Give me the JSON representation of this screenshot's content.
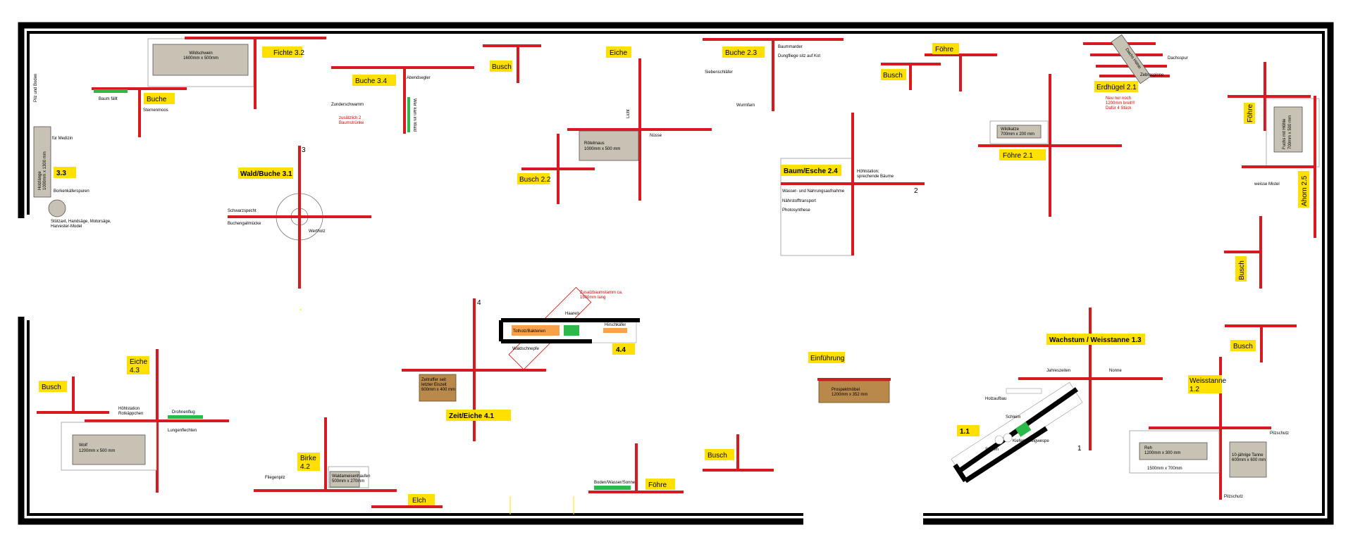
{
  "plan": {
    "labels": {
      "fichte32": "Fichte 3.2",
      "buche_top": "Buche",
      "buche34": "Buche 3.4",
      "busch_top1": "Busch",
      "eiche_top": "Eiche",
      "buche23": "Buche 2.3",
      "foehre_top": "Föhre",
      "busch_top2": "Busch",
      "erdhuegel21": "Erdhügel 2.1",
      "foehre21": "Föhre 2.1",
      "foehre_right": "Föhre",
      "ahorn25": "Ahorn 2.5",
      "busch_right": "Busch",
      "l33": "3.3",
      "waldbuche31": "Wald/Buche 3.1",
      "busch22": "Busch 2.2",
      "baumesche24": "Baum/Esche 2.4",
      "l44": "4.4",
      "eiche43_a": "Eiche",
      "eiche43_b": "4.3",
      "busch_left": "Busch",
      "birke42_a": "Birke",
      "birke42_b": "4.2",
      "elch": "Elch",
      "zeiteiche41": "Zeit/Eiche 4.1",
      "foehre_bottom": "Föhre",
      "busch_bottom": "Busch",
      "einfuehrung": "Einführung",
      "wachstum13": "Wachstum / Weisstanne 1.3",
      "busch_br": "Busch",
      "weisstanne12_a": "Weisstanne",
      "weisstanne12_b": "1.2",
      "l11": "1.1",
      "num1": "1",
      "num2": "2",
      "num3": "3",
      "num4": "4"
    },
    "notes": {
      "wildschwein": "Wildschwein",
      "wildschwein_size": "1600mm x 500mm",
      "baum_faellt": "Baum fällt",
      "sternenmoos": "Sternenmoos",
      "pilz_boden": "Pilz und Boden",
      "rohstoff_medizin": "Rohstoff für Medizin",
      "holzlaenge": "Holzlänge",
      "holzlaenge_size": "1000mm x 1300 mm",
      "borkenkaefer": "Borkenkäferspuren",
      "stuetzaxt": "Stützaxt, Handsäge, Motorsäge,",
      "harvester": "Harvester-Model",
      "abendsegler": "Abendsegler",
      "zunderschwamm": "Zunderschwamm",
      "zusaetzlich_a": "zusätzlich 2",
      "zusaetzlich_b": "Baumstrünke",
      "wer_kommt": "Wer kam im Wald",
      "licht": "Licht",
      "roetelmaus": "Rötelmaus",
      "roetelmaus_size": "1000mm x 500 mm",
      "nuesse": "Nüsse",
      "baummarder": "Baummarder",
      "dungfliege": "Dungfliege sitz auf Kot",
      "siebenschlaefer": "Siebenschläfer",
      "wurmfarn": "Wurmfarn",
      "dachsspur": "Dachsspur",
      "dachs_box": "Dachs Höhle",
      "spinne": "Zebraspinne",
      "neu_a": "Neu nur noch",
      "neu_b": "1200mm breit!!!",
      "neu_c": "Dafür 4 Stück",
      "wildkatze": "Wildkatze",
      "wildkatze_size": "700mm x 200 mm",
      "fuchs": "Fuchs mit Höhle",
      "fuchs_size": "700mm x 500 mm",
      "weisse_mistel": "weisse Mistel",
      "schwarzspecht": "Schwarzspecht",
      "buchengallmuecke": "Buchengallmücke",
      "wertholz": "Wertholz",
      "hoehlstation": "Höhlstation;",
      "sprechende": "sprechende Bäume",
      "wasser": "Wasser- und Nahrungsaufnahme",
      "naehrstoff": "Nährstofftransport",
      "photosynthese": "Photosynthese",
      "zusatz_a": "Zusatzbaumstamm ca.",
      "zusatz_b": "1500mm lang",
      "haarels": "Haarels",
      "holzbakterien": "Totholz/Bakterien",
      "hirschkaefer": "Hirschkäfer",
      "waldschnepfe": "Waldschnepfe",
      "hoehlstation43": "Höhlstation",
      "rotkaeppchen": "Rotkäppchen",
      "drohnenflug": "Drohnenflug",
      "lungenflechten": "Lungenflechten",
      "wolf": "Wolf",
      "wolf_size": "1200mm x 500 mm",
      "fliegenpilz": "Fliegenpilz",
      "waldameise": "Waldameisenhaufen",
      "waldameise_size": "500mm x 270mm",
      "zeitraffer_a": "Zeitraffer seit",
      "zeitraffer_b": "letzter Eiszeit",
      "zeitraffer_c": "600mm x 400 mm",
      "boden": "Boden/Wasser/Sonne",
      "prospekt": "Prospektmöbel",
      "prospekt_size": "1200mm x 352 mm",
      "jahreszeiten": "Jahreszeiten",
      "nonne": "Nonne",
      "holzaufbau": "Holzaufbau",
      "schleim": "Schleim",
      "samen": "Samen",
      "kiefernzweig": "Kiefernzweigwespe",
      "reh": "Reh",
      "reh_size": "1200mm x 300 mm",
      "size1500": "1500mm x 700mm",
      "tanne_a": "10-jährige Tanne",
      "tanne_b": "600mm x 600 mm",
      "pilzschutz_a": "Pilzschutz",
      "pilzschutz_b": "Pilzschutz"
    },
    "colors": {
      "tree_line": "#d71920",
      "label_bg": "#ffe000",
      "wall": "#000000",
      "green_strip": "#2db84a",
      "orange": "#f7a14a",
      "brown_box": "#b9894c"
    }
  }
}
